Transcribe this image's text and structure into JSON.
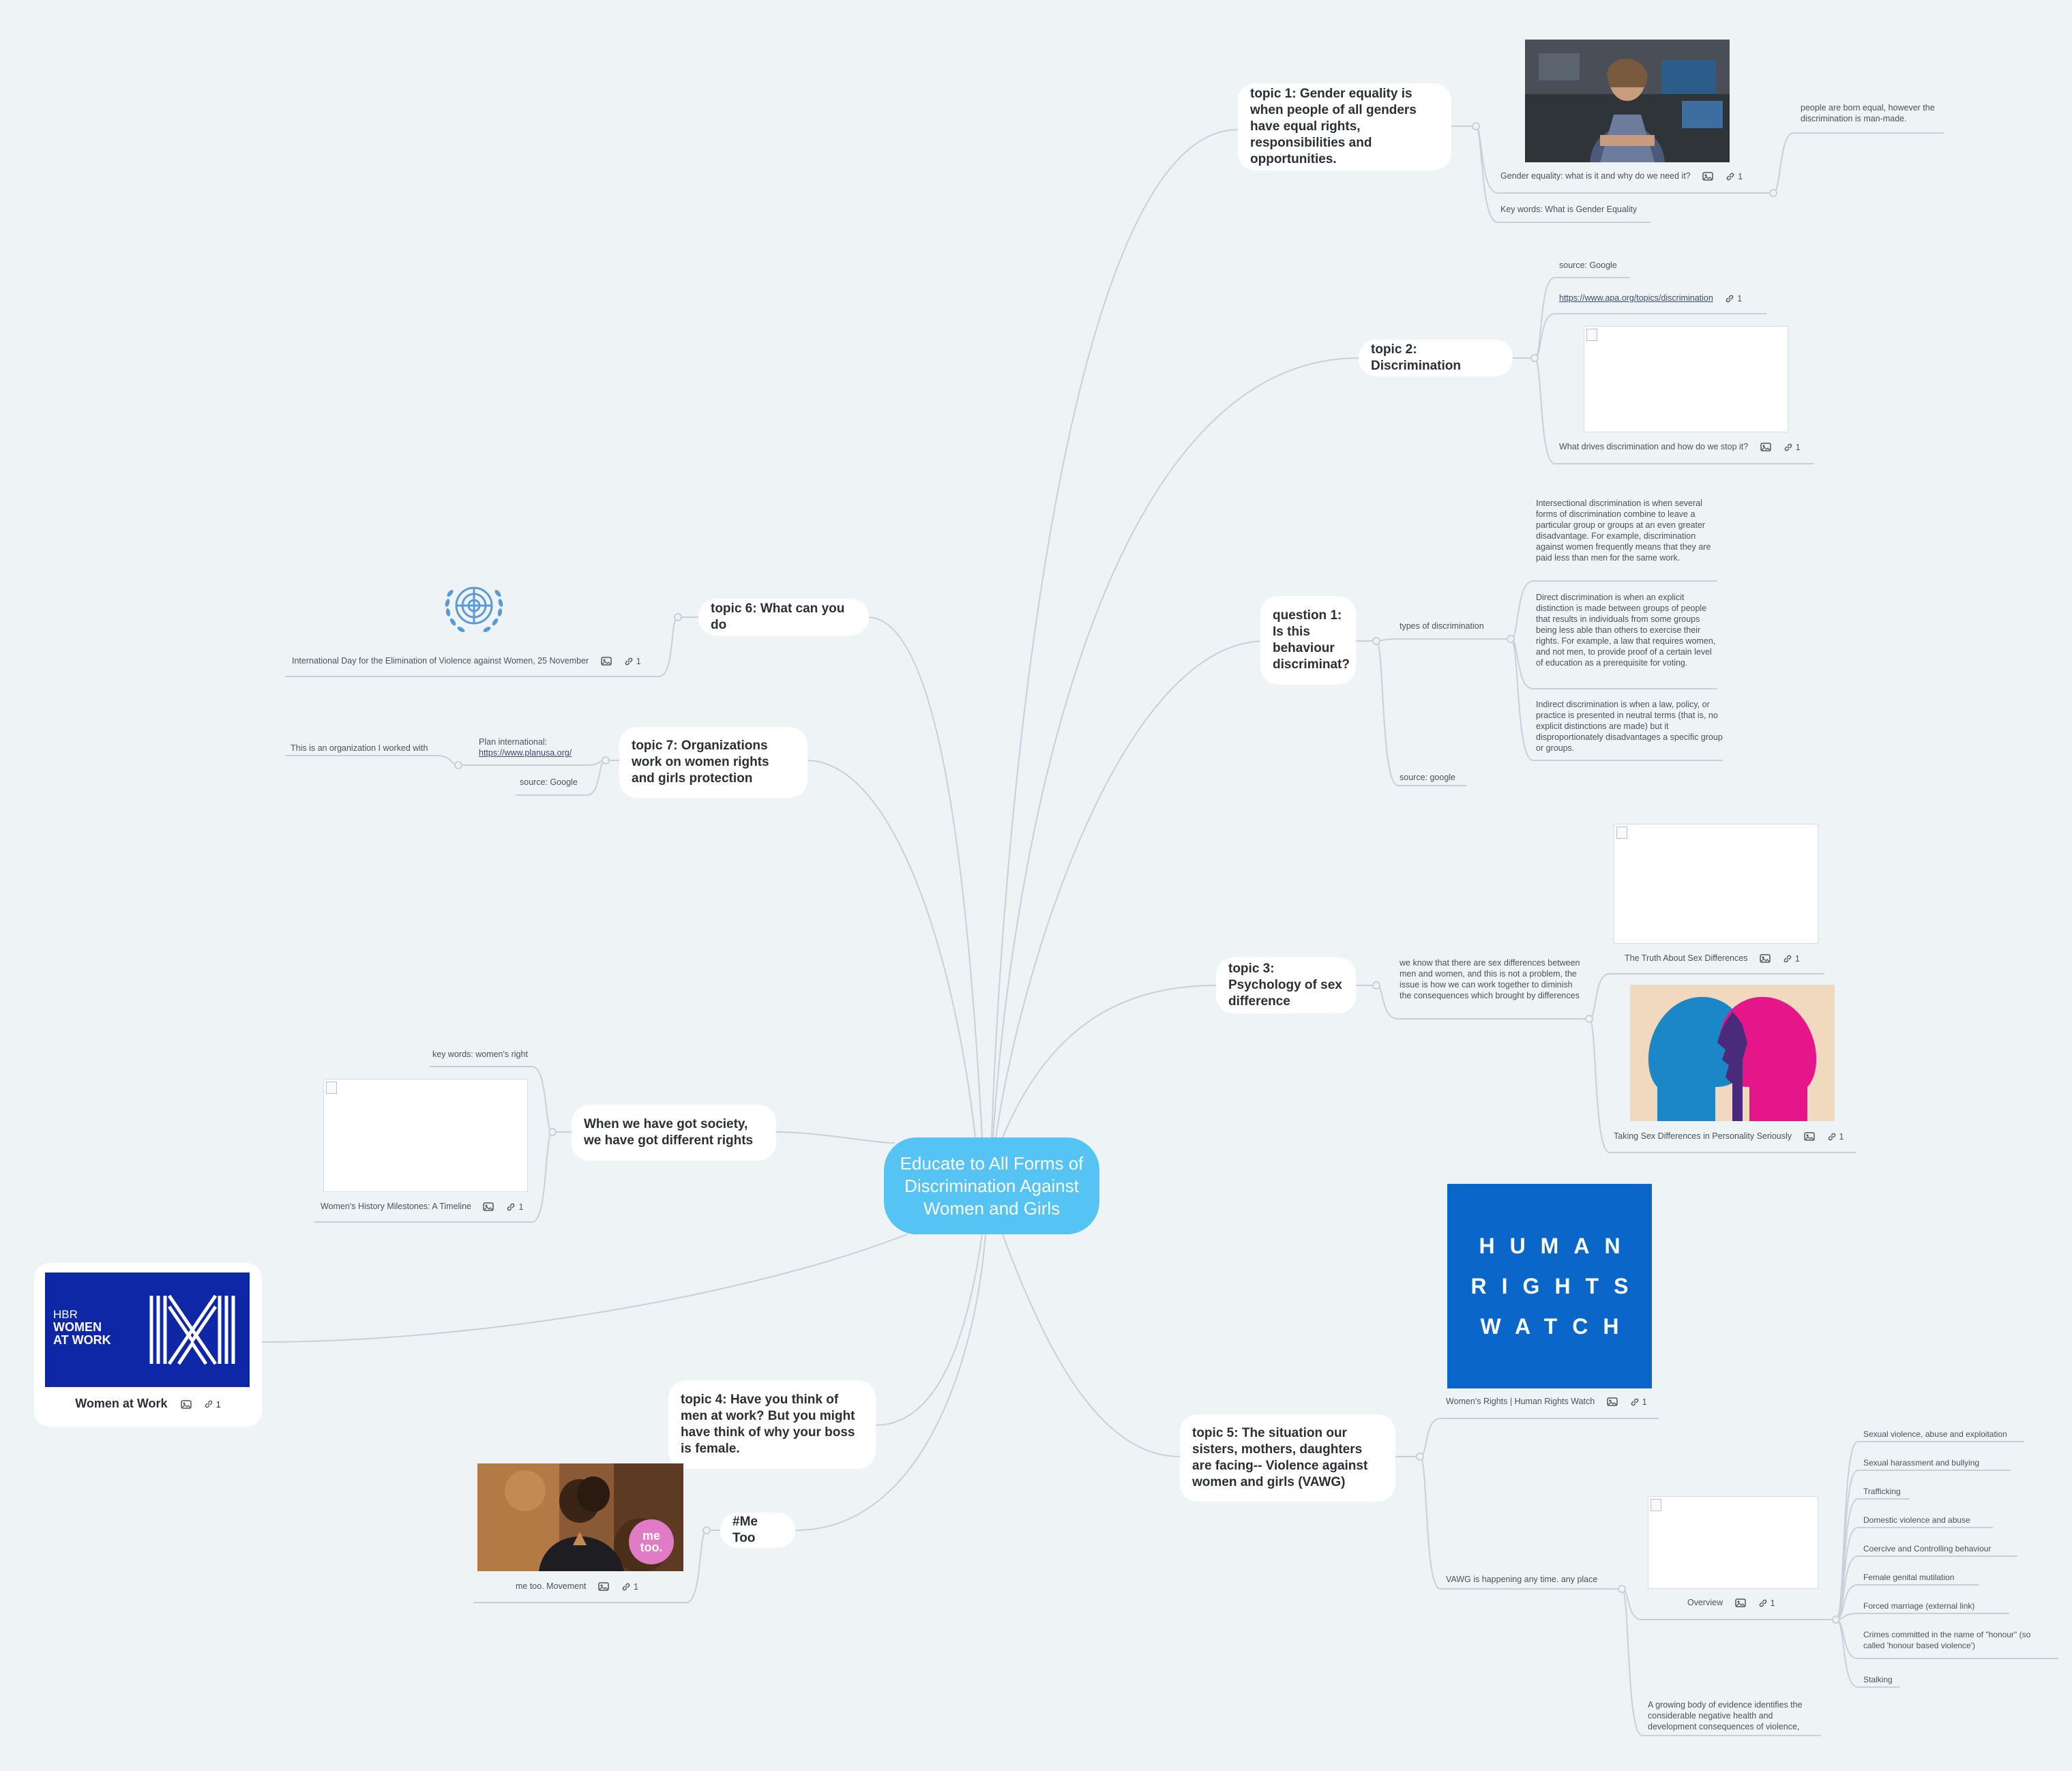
{
  "center": "Educate to All Forms of Discrimination Against Women and Girls",
  "t1": {
    "label": "topic 1: Gender equality is when people of all genders have equal rights, responsibilities and opportunities.",
    "img_caption": "Gender equality: what is it and why do we need it?",
    "img_links": "1",
    "note": "people are born equal, however the discrimination is man-made.",
    "keywords": "Key words: What is Gender Equality"
  },
  "t2": {
    "label": "topic 2: Discrimination",
    "source": "source: Google",
    "url": "https://www.apa.org/topics/discrimination",
    "url_links": "1",
    "img_caption": "What drives discrimination and how do we stop it?",
    "img_links": "1"
  },
  "q1": {
    "label": "question 1: Is this behaviour discriminat?",
    "types": "types of discrimination",
    "intersectional": "Intersectional discrimination is when several forms of discrimination combine to leave a particular group or groups at an even greater disadvantage. For example, discrimination against women frequently means that they are paid less than men for the same work.",
    "direct": "Direct discrimination is when an explicit distinction is made between groups of people that results in individuals from some groups being less able than others to exercise their rights. For example, a law that requires women, and not men, to provide proof of a certain level of education as a prerequisite for voting.",
    "indirect": "Indirect discrimination is when a law, policy, or practice is presented in neutral terms (that is, no explicit distinctions are made) but it disproportionately disadvantages a specific group or groups.",
    "source": "source: google"
  },
  "t3": {
    "label": "topic 3: Psychology of sex difference",
    "note": "we know that there are sex differences between men and women, and this is not a problem, the issue is how we can work together to diminish the consequences which brought by differences",
    "img1_caption": "The Truth About Sex Differences",
    "img1_links": "1",
    "img2_caption": "Taking Sex Differences in Personality Seriously",
    "img2_links": "1"
  },
  "t5": {
    "label": "topic 5: The situation our sisters, mothers, daughters are facing-- Violence against women and girls (VAWG)",
    "hrw_caption": "Women's Rights | Human Rights Watch",
    "hrw_links": "1",
    "hrw_logo_lines": [
      "HUMAN",
      "RIGHTS",
      "WATCH"
    ],
    "vawg": "VAWG is happening any time. any place",
    "overview_caption": "Overview",
    "overview_links": "1",
    "items": [
      "Sexual violence, abuse and exploitation",
      "Sexual harassment and bullying",
      "Trafficking",
      "Domestic violence and abuse",
      "Coercive and Controlling behaviour",
      "Female genital mutilation",
      "Forced marriage (external link)",
      "Crimes committed in the name of \"honour\" (so called 'honour based violence')",
      "Stalking"
    ],
    "evidence": "A growing body of evidence identifies the considerable negative health and development consequences of violence,"
  },
  "t6": {
    "label": "topic 6: What can you do",
    "img_caption": "International Day for the Elimination of Violence against Women, 25 November",
    "img_links": "1"
  },
  "t7": {
    "label": "topic 7: Organizations work on women rights and girls protection",
    "plan_label": "Plan international:",
    "plan_url": "https://www.planusa.org/",
    "plan_note": "This is an organization I worked with",
    "source": "source: Google"
  },
  "society": {
    "label": "When we have got society, we have got different rights",
    "keywords": "key words: women's right",
    "img_caption": "Women's History Milestones: A Timeline",
    "img_links": "1"
  },
  "hbr": {
    "logo_line1": "HBR",
    "logo_line2": "WOMEN",
    "logo_line3": "AT WORK",
    "caption": "Women at Work",
    "links": "1"
  },
  "t4": {
    "label": "topic 4: Have you think of men at work? But you might have think of why your boss is female."
  },
  "metoo": {
    "label": "#Me Too",
    "badge": "me too.",
    "img_caption": "me too. Movement",
    "img_links": "1"
  },
  "colors": {
    "background": "#eef3f6",
    "center": "#55c3f4",
    "line": "#c9d1d7",
    "hrw_blue": "#0b66c9",
    "hbr_blue": "#0e27a6",
    "metoo_pink": "#e07bc5"
  }
}
